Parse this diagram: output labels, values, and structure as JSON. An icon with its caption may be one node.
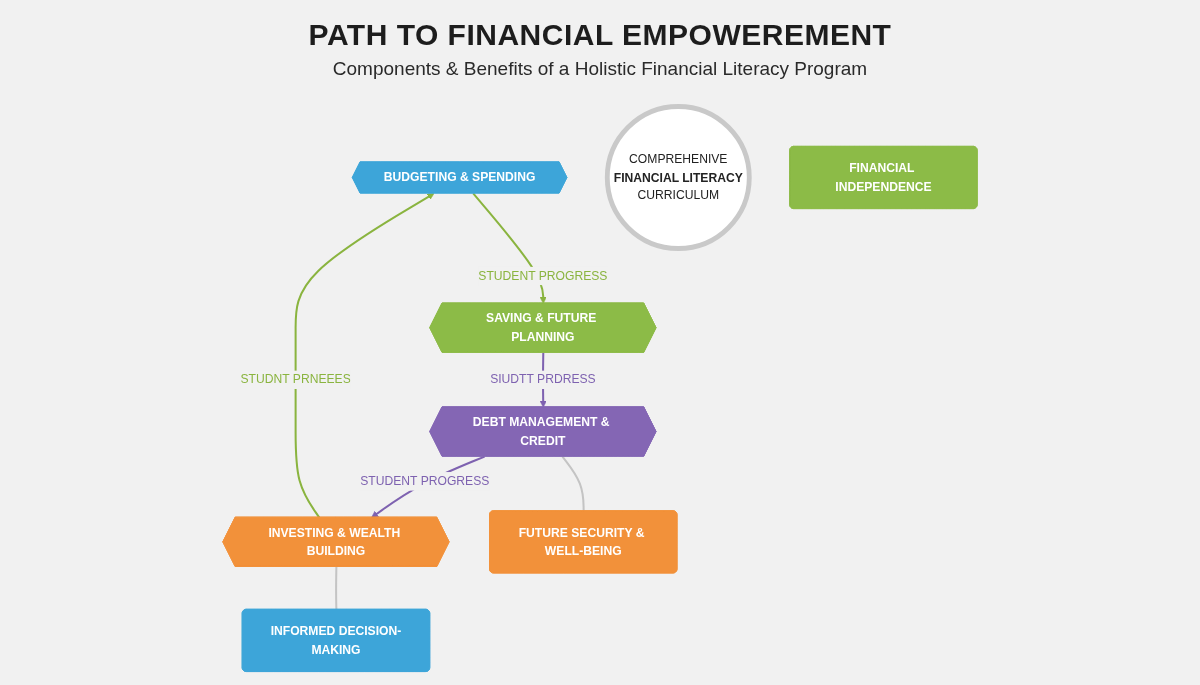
{
  "diagram": {
    "title": "PATH TO FINANCIAL EMPOWEREMENT",
    "nodes": [
      {
        "text": [
          "BUDGETING & SPENDING"
        ]
      },
      {
        "text": [
          "SAVING & FUTURE PLANNING"
        ]
      },
      {
        "text": [
          "COMPREHENIVE",
          "FINANCIAL LITERACY",
          "CURRICULUM"
        ]
      },
      {
        "text": [
          "INVESTING & WEALTH BUILDING"
        ]
      },
      {
        "text": [
          "DEBT MANAGEMENT & CREDIT"
        ]
      },
      {
        "text": [
          "INFORMED DECISION-MAKING"
        ]
      },
      {
        "text": [
          "FINANCIAL INDEPENDENCE"
        ]
      },
      {
        "text": [
          "FUTURE SECURITY & WELL-BEING"
        ]
      }
    ],
    "edges": [
      {
        "from": 0,
        "to": 1,
        "arrow": "to",
        "label": "STUDENT PROGRESS",
        "color": "#8ab43f"
      },
      {
        "from": 1,
        "to": 4,
        "arrow": "to",
        "label": "SIUDTT PRDRESS",
        "color": "#7e62b0"
      },
      {
        "from": 4,
        "to": 3,
        "arrow": "to",
        "label": "STUDENT PROGRESS",
        "color": "#7e62b0"
      },
      {
        "from": 3,
        "to": 0,
        "arrow": "to",
        "label": "STUDNT PRNEEES",
        "color": "#8ab43f"
      },
      {
        "from": 3,
        "to": 5,
        "arrow": "none",
        "color": "#c4c4c4"
      },
      {
        "from": 4,
        "to": 7,
        "arrow": "none",
        "color": "#c4c4c4"
      }
    ],
    "labels": [
      "Components & Benefits of a Holistic Financial Literacy Program"
    ]
  }
}
